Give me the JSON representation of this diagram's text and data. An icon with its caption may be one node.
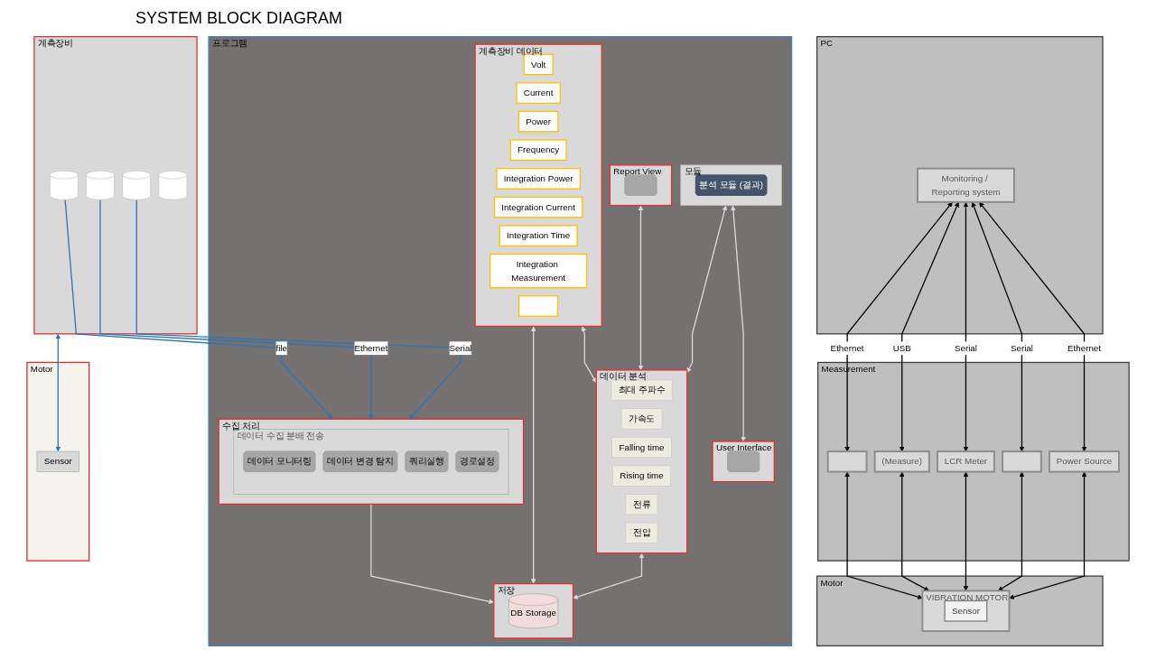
{
  "diagram": {
    "title": "SYSTEM BLOCK DIAGRAM",
    "nodes": [
      {
        "text": [
          "PC"
        ]
      },
      {
        "text": [
          "Monitoring / Reporting system"
        ],
        "in": 0
      },
      {
        "text": [
          "Measurement"
        ]
      },
      {
        "text": [],
        "shape": "box",
        "in": 2
      },
      {
        "text": [
          "(Measure)"
        ],
        "in": 2
      },
      {
        "text": [
          "LCR Meter"
        ],
        "in": 2
      },
      {
        "text": [],
        "shape": "box",
        "in": 2
      },
      {
        "text": [
          "Power Source"
        ],
        "in": 2
      },
      {
        "text": [
          "Motor"
        ]
      },
      {
        "text": [
          "VIBRATION MOTOR"
        ],
        "in": 8
      },
      {
        "text": [
          "Sensor"
        ],
        "in": 9
      },
      {
        "text": [
          "프로그램"
        ]
      },
      {
        "text": [
          "모듈"
        ],
        "in": 11
      },
      {
        "text": [
          "분석 모듈 (결과)"
        ],
        "in": 12
      },
      {
        "text": [
          "User Interface"
        ],
        "in": 11
      },
      {
        "text": [],
        "shape": "box",
        "in": 14
      },
      {
        "text": [
          "Report View"
        ],
        "in": 11
      },
      {
        "text": [],
        "shape": "box",
        "in": 16
      },
      {
        "text": [
          "계측장비 데이터"
        ],
        "in": 11
      },
      {
        "text": [
          "Volt"
        ],
        "in": 18
      },
      {
        "text": [
          "Current"
        ],
        "in": 18
      },
      {
        "text": [
          "Power"
        ],
        "in": 18
      },
      {
        "text": [
          "Frequency"
        ],
        "in": 18
      },
      {
        "text": [
          "Integration Power"
        ],
        "in": 18
      },
      {
        "text": [
          "Integration Current"
        ],
        "in": 18
      },
      {
        "text": [
          "Integration Time"
        ],
        "in": 18
      },
      {
        "text": [
          "Integration Measurement"
        ],
        "in": 18
      },
      {
        "text": [],
        "shape": "box",
        "in": 18
      },
      {
        "text": [
          "데이터 분석"
        ],
        "in": 11
      },
      {
        "text": [
          "최대 주파수"
        ],
        "in": 28
      },
      {
        "text": [
          "가속도"
        ],
        "in": 28
      },
      {
        "text": [
          "Falling time"
        ],
        "in": 28
      },
      {
        "text": [
          "Rising time"
        ],
        "in": 28
      },
      {
        "text": [
          "전류"
        ],
        "in": 28
      },
      {
        "text": [
          "전압"
        ],
        "in": 28
      },
      {
        "text": [
          "수집 처리"
        ],
        "in": 11
      },
      {
        "text": [
          "데이터 수집 분배 전송"
        ],
        "in": 35
      },
      {
        "text": [
          "데이터 모니터링"
        ],
        "in": 36
      },
      {
        "text": [
          "데이터 변경 탐지"
        ],
        "in": 36
      },
      {
        "text": [
          "쿼리실행"
        ],
        "in": 36
      },
      {
        "text": [
          "경로설정"
        ],
        "in": 36
      },
      {
        "text": [
          "저장"
        ],
        "in": 11
      },
      {
        "text": [
          "DB Storage"
        ],
        "in": 41
      },
      {
        "text": [
          "계측장비"
        ]
      },
      {
        "text": [],
        "shape": "cylinder",
        "in": 43
      },
      {
        "text": [],
        "shape": "cylinder",
        "in": 43
      },
      {
        "text": [],
        "shape": "cylinder",
        "in": 43
      },
      {
        "text": [],
        "shape": "cylinder",
        "in": 43
      },
      {
        "text": [
          "Motor"
        ]
      },
      {
        "text": [
          "Sensor"
        ],
        "in": 48
      }
    ],
    "edges": [
      {
        "from": 43,
        "to": 49,
        "arrow": "both",
        "color": "#2e75b6"
      },
      {
        "from": 46,
        "to": 35,
        "arrow": "to",
        "label": "Serial",
        "color": "#2e75b6"
      },
      {
        "from": 45,
        "to": 35,
        "arrow": "to",
        "label": "Ethernet",
        "color": "#2e75b6"
      },
      {
        "from": 44,
        "to": 35,
        "arrow": "to",
        "label": "file",
        "color": "#2e75b6"
      },
      {
        "from": 35,
        "to": 41,
        "arrow": "to",
        "color": "#d9d9d9"
      },
      {
        "from": 28,
        "to": 41,
        "arrow": "both",
        "color": "#d9d9d9"
      },
      {
        "from": 18,
        "to": 41,
        "arrow": "both",
        "color": "#d9d9d9"
      },
      {
        "from": 18,
        "to": 28,
        "arrow": "both",
        "color": "#d9d9d9"
      },
      {
        "from": 16,
        "to": 28,
        "arrow": "both",
        "color": "#d9d9d9"
      },
      {
        "from": 12,
        "to": 28,
        "arrow": "both",
        "color": "#d9d9d9"
      },
      {
        "from": 12,
        "to": 14,
        "arrow": "both",
        "color": "#d9d9d9"
      },
      {
        "from": 1,
        "to": 3,
        "arrow": "both",
        "label": "Ethernet"
      },
      {
        "from": 1,
        "to": 4,
        "arrow": "both",
        "label": "USB"
      },
      {
        "from": 1,
        "to": 5,
        "arrow": "both",
        "label": "Serial"
      },
      {
        "from": 1,
        "to": 6,
        "arrow": "both",
        "label": "Serial"
      },
      {
        "from": 1,
        "to": 7,
        "arrow": "both",
        "label": "Ethernet"
      },
      {
        "from": 3,
        "to": 9,
        "arrow": "both"
      },
      {
        "from": 4,
        "to": 9,
        "arrow": "both"
      },
      {
        "from": 5,
        "to": 9,
        "arrow": "both"
      },
      {
        "from": 6,
        "to": 9,
        "arrow": "both"
      },
      {
        "from": 7,
        "to": 9,
        "arrow": "both"
      }
    ]
  }
}
